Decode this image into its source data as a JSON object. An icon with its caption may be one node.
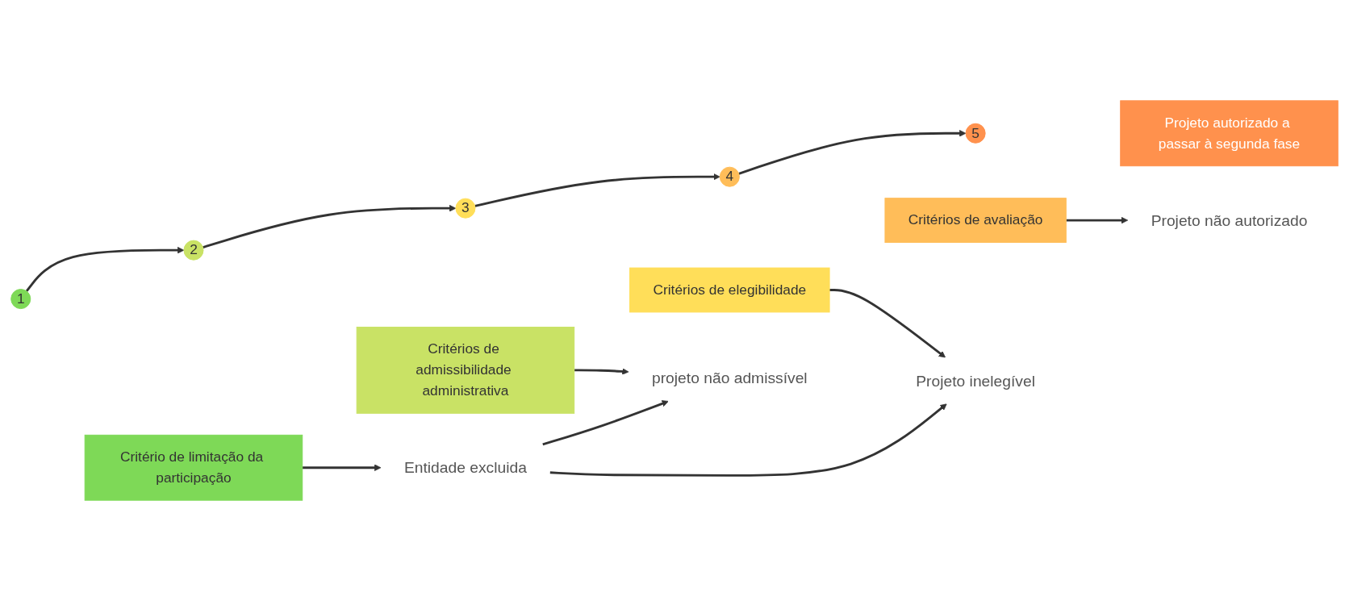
{
  "diagram": {
    "nodes": [
      {
        "text": [
          "1"
        ]
      },
      {
        "text": [
          "Critério de limitação da participação"
        ]
      },
      {
        "text": [
          "2"
        ]
      },
      {
        "text": [
          "Critérios de admissibilidade administrativa"
        ]
      },
      {
        "text": [
          "3"
        ]
      },
      {
        "text": [
          "Critérios de elegibilidade"
        ]
      },
      {
        "text": [
          "4"
        ]
      },
      {
        "text": [
          "Critérios de avaliação"
        ]
      },
      {
        "text": [
          "5"
        ]
      },
      {
        "text": [
          "Projeto autorizado a passar à segunda fase"
        ]
      },
      {
        "text": [
          "Projeto não autorizado"
        ]
      },
      {
        "text": [
          "Projeto inelegível"
        ]
      },
      {
        "text": [
          "projeto não admissível"
        ]
      },
      {
        "text": [
          "Entidade excluida"
        ]
      }
    ],
    "edges": [
      {
        "from": 0,
        "to": 2,
        "arrow": "to"
      },
      {
        "from": 2,
        "to": 4,
        "arrow": "to"
      },
      {
        "from": 4,
        "to": 6,
        "arrow": "to"
      },
      {
        "from": 6,
        "to": 8,
        "arrow": "to"
      },
      {
        "from": 1,
        "to": 13,
        "arrow": "to"
      },
      {
        "from": 3,
        "to": 12,
        "arrow": "to"
      },
      {
        "from": 13,
        "to": 12,
        "arrow": "to"
      },
      {
        "from": 5,
        "to": 11,
        "arrow": "to"
      },
      {
        "from": 13,
        "to": 11,
        "arrow": "to"
      },
      {
        "from": 7,
        "to": 10,
        "arrow": "to"
      }
    ]
  }
}
